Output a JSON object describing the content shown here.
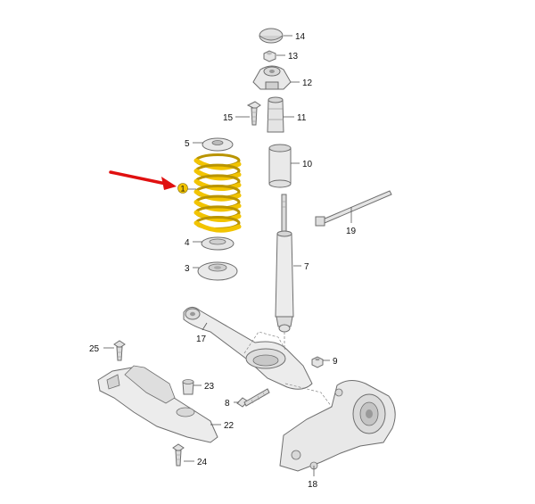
{
  "diagram": {
    "highlight_color": "#f2c400",
    "arrow_color": "#e01010",
    "part_fill": "#e9e9e9",
    "part_shade": "#cfcfcf",
    "part_outline": "#6e6e6e",
    "callouts": {
      "c1": "1",
      "c3": "3",
      "c4": "4",
      "c5": "5",
      "c7": "7",
      "c8": "8",
      "c9": "9",
      "c10": "10",
      "c11": "11",
      "c12": "12",
      "c13": "13",
      "c14": "14",
      "c15": "15",
      "c17": "17",
      "c18": "18",
      "c19": "19",
      "c22": "22",
      "c23": "23",
      "c24": "24",
      "c25": "25"
    }
  }
}
